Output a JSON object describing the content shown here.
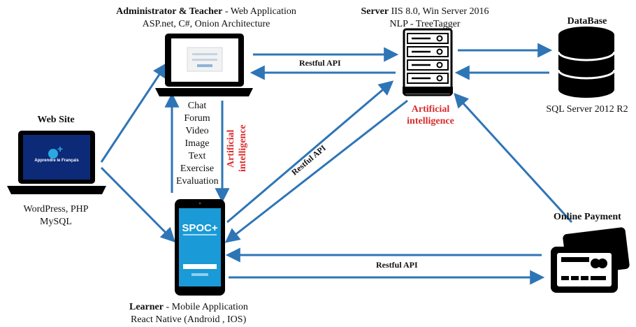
{
  "admin": {
    "title": "Administrator  & Teacher",
    "subtitle": " - Web Application",
    "tech": "ASP.net,  C#, Onion Architecture"
  },
  "server": {
    "title": "Server",
    "subtitle": " IIS  8.0, Win Server 2016",
    "nlp": "NLP - TreeTagger",
    "ai_line1": "Artificial",
    "ai_line2": "intelligence"
  },
  "database": {
    "title": "DataBase",
    "tech": "SQL  Server  2012 R2"
  },
  "website": {
    "title": "Web Site",
    "tech_line1": "WordPress,  PHP",
    "tech_line2": "MySQL",
    "screen_text": "Apprendre le Français"
  },
  "learner": {
    "title": "Learner",
    "subtitle": " - Mobile Application",
    "tech": "React Native  (Android , IOS)",
    "screen_logo": "SPOC+"
  },
  "payment": {
    "title": "Online  Payment"
  },
  "features": [
    "Chat",
    "Forum",
    "Video",
    "Image",
    "Text",
    "Exercise",
    "Evaluation"
  ],
  "ai_vertical": "Artificial intelligence",
  "links": {
    "admin_server": "Restful API",
    "learner_server": "Restful API",
    "learner_payment": "Restful API"
  },
  "colors": {
    "arrow": "#2e75b6",
    "ai_text": "#d92b2b",
    "icon": "#000000",
    "screen": "#1a9ad6"
  },
  "icons": [
    "laptop-icon",
    "server-icon",
    "database-icon",
    "smartphone-icon",
    "credit-card-icon"
  ]
}
